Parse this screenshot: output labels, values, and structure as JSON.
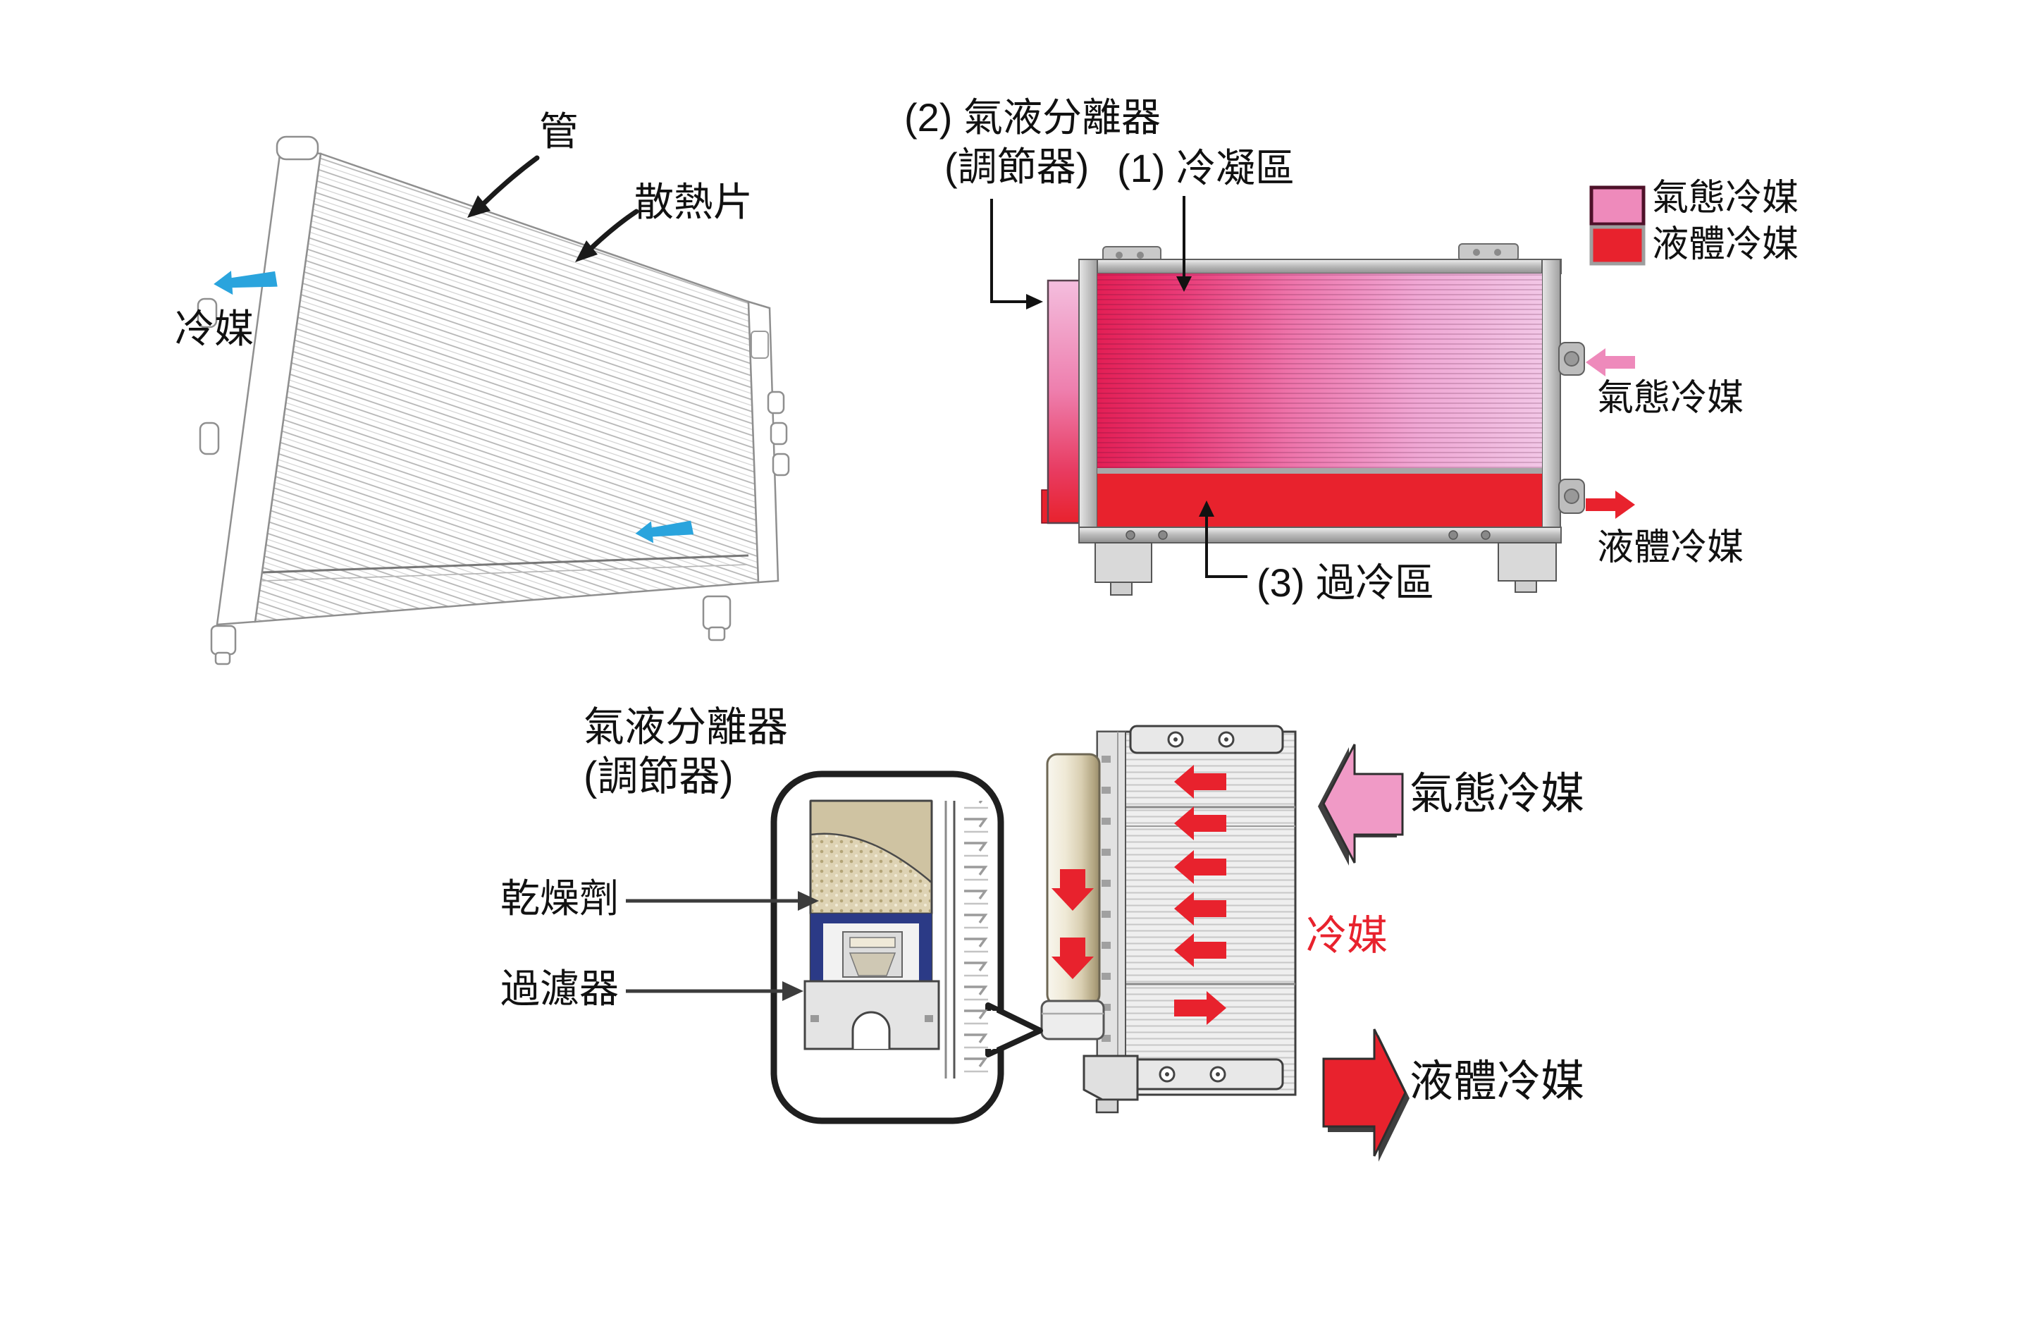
{
  "figure": {
    "tube_fin_drawing": {
      "tube": "管",
      "fins": "散熱片",
      "refrigerant": "冷媒"
    },
    "condenser_diagram": {
      "separator_label_line1": "(2) 氣液分離器",
      "separator_label_line2": "(調節器)",
      "condensing_zone": "(1) 冷凝區",
      "subcool_zone": "(3) 過冷區",
      "legend": {
        "gas": "氣態冷媒",
        "liquid": "液體冷媒"
      },
      "inlet_label": "氣態冷媒",
      "outlet_label": "液體冷媒"
    },
    "separator_detail": {
      "title_line1": "氣液分離器",
      "title_line2": "(調節器)",
      "desiccant": "乾燥劑",
      "filter": "過濾器",
      "gas_in": "氣態冷媒",
      "refrigerant": "冷媒",
      "liquid_out": "液體冷媒"
    },
    "colors": {
      "gas_pink": "#ee8abb",
      "liquid_red": "#e8222d",
      "flow_blue": "#2aa4dd",
      "core_gradient_left": "#e31f55",
      "core_gradient_right": "#f2c6e6"
    }
  }
}
